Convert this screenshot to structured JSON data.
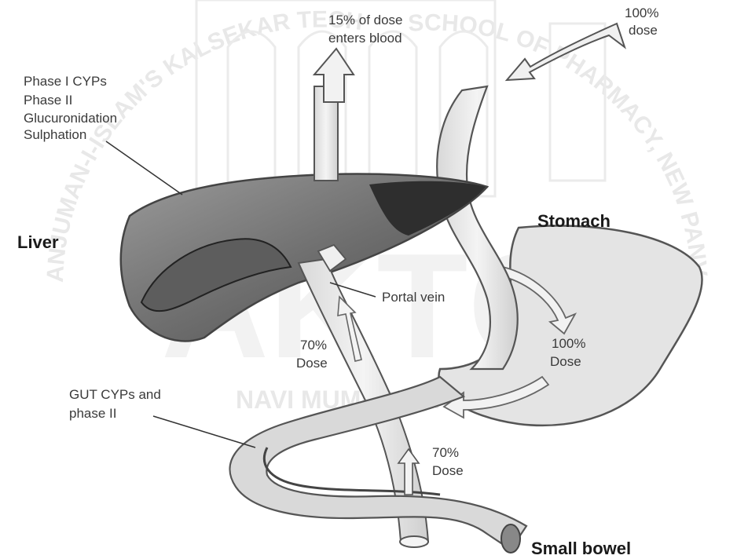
{
  "watermark": {
    "arc_text_left": "ANJUMAN-I-ISLAM'S KALSEKAR TECHNICAL CAMPUS",
    "arc_text_right": "SCHOOL OF PHARMACY, NEW PANVEL",
    "bottom_text": "NAVI MUMBAI - INDIA",
    "logo_letters": "AKTC"
  },
  "labels": {
    "dose_100_top": [
      "100%",
      "dose"
    ],
    "blood_15": [
      "15% of dose",
      "enters blood"
    ],
    "liver_enzymes": [
      "Phase I CYPs",
      "Phase II",
      "Glucuronidation",
      "Sulphation"
    ],
    "liver": "Liver",
    "stomach": "Stomach",
    "portal_vein": "Portal vein",
    "dose_70_portal": [
      "70%",
      "Dose"
    ],
    "dose_100_stomach": [
      "100%",
      "Dose"
    ],
    "gut_cyps": [
      "GUT CYPs and",
      "phase II"
    ],
    "dose_70_bowel": [
      "70%",
      "Dose"
    ],
    "small_bowel": "Small bowel"
  },
  "colors": {
    "liver_fill": "#7a7a7a",
    "liver_dark": "#3f3f3f",
    "organ_fill": "#e6e6e6",
    "outline": "#555555",
    "arrow_fill": "#eeeeee"
  }
}
